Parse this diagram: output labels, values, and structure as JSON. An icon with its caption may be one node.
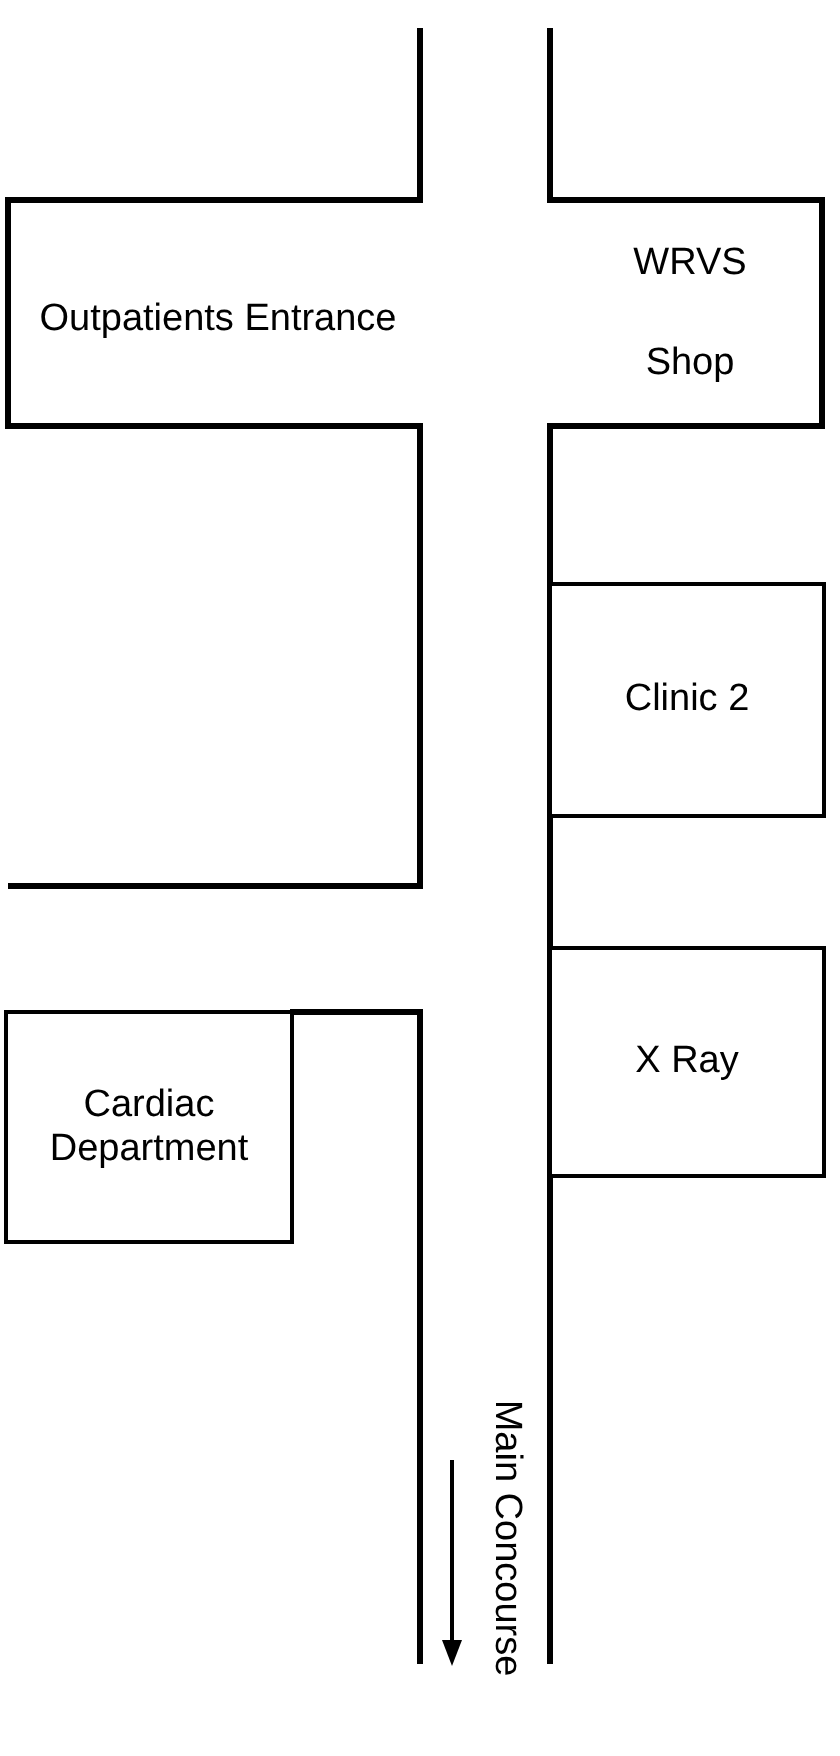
{
  "diagram": {
    "nodes": [
      {
        "text": [
          "Outpatients Entrance"
        ]
      },
      {
        "text": [
          "WRVS",
          "Shop"
        ]
      },
      {
        "text": [
          "Clinic 2"
        ]
      },
      {
        "text": [
          "X Ray"
        ]
      },
      {
        "text": [
          "Cardiac Department"
        ]
      },
      {
        "text": [
          "Main Concourse"
        ]
      }
    ]
  }
}
